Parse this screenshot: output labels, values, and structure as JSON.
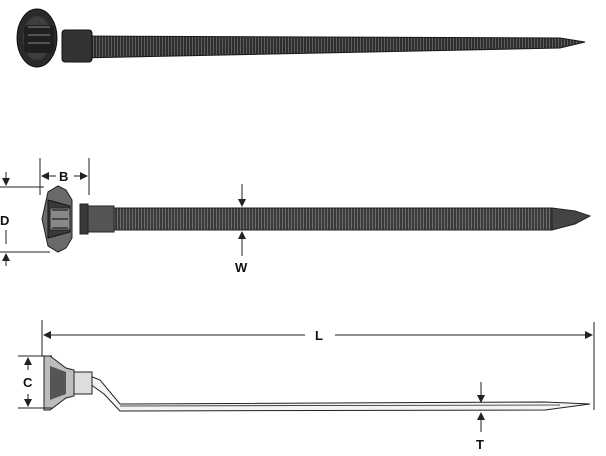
{
  "dimensions": {
    "B": "B",
    "D": "D",
    "W": "W",
    "L": "L",
    "C": "C",
    "T": "T"
  },
  "colors": {
    "tie_dark": "#2a2a2a",
    "tie_mid": "#4a4a4a",
    "tie_light": "#7a7a7a",
    "dim_line": "#222222"
  }
}
